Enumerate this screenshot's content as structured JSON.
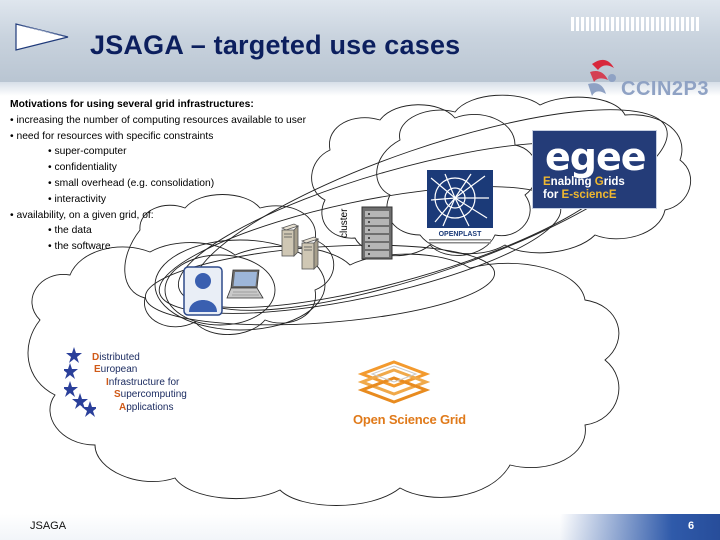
{
  "slide": {
    "title": "JSAGA – targeted use cases",
    "footer_left": "JSAGA",
    "page_number": "6"
  },
  "motivation": {
    "title": "Motivations for using several grid infrastructures:",
    "lines": [
      "• increasing the number of computing resources available to user",
      "• need for resources with specific constraints",
      "• super-computer",
      "• confidentiality",
      "• small overhead (e.g. consolidation)",
      "• interactivity",
      "• availability, on a given grid, of:",
      "• the data",
      "• the software"
    ]
  },
  "logos": {
    "cc_in2p3": "CCIN2P3",
    "egee_word": "egee",
    "egee_line1_a": "E",
    "egee_line1_b": "nabling ",
    "egee_line1_c": "G",
    "egee_line1_d": "rids",
    "egee_line2_a": "for ",
    "egee_line2_b": "E-sciencE",
    "openplast": "OPENPLAST",
    "osg": "Open Science Grid"
  },
  "cluster_label": "cluster",
  "deisa": {
    "i1": "D",
    "r1": "istributed",
    "i2": "E",
    "r2": "uropean",
    "i3": "I",
    "r3": "nfrastructure for",
    "i4": "S",
    "r4": "upercomputing",
    "i5": "A",
    "r5": "pplications"
  },
  "colors": {
    "title": "#0c1f5e",
    "egee_bg": "#243c78",
    "egee_highlight": "#f0b82f",
    "osg_orange": "#e07a1a",
    "deisa_initial": "#d05a18",
    "footer_accent": "#2f5aaa"
  },
  "icons": [
    "play-arrow-icon",
    "barcode-icon",
    "cc-in2p3-logo-icon",
    "user-icon",
    "laptop-icon",
    "server-icon",
    "cluster-rack-icon",
    "star-icon",
    "osg-layers-icon"
  ]
}
